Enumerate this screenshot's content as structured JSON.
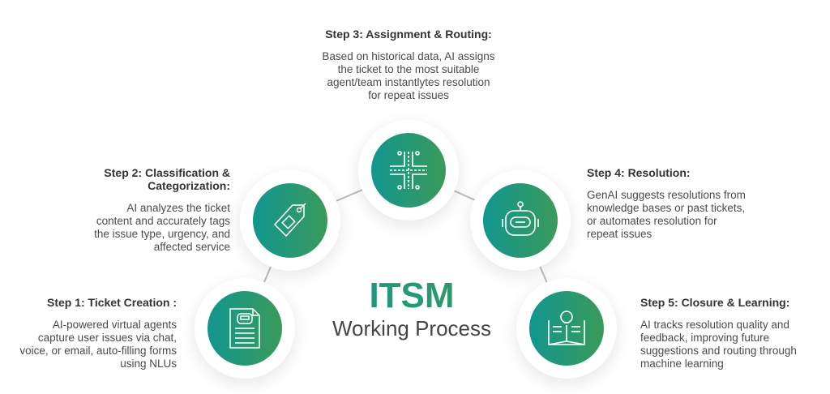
{
  "title": {
    "main": "ITSM",
    "sub": "Working Process"
  },
  "steps": [
    {
      "title": "Step 1: Ticket Creation :",
      "text": "AI-powered virtual agents capture user issues via chat, voice, or email, auto-filling forms using NLUs",
      "icon": "document-robot-icon"
    },
    {
      "title": "Step 2: Classification & Categorization:",
      "text": "AI analyzes the ticket content and accurately tags the issue type, urgency, and affected service",
      "icon": "tag-icon"
    },
    {
      "title": "Step 3: Assignment & Routing:",
      "text": "Based on historical data, AI assigns the ticket to the most suitable agent/team instantlytes resolution for repeat issues",
      "icon": "routing-icon"
    },
    {
      "title": "Step 4: Resolution:",
      "text": "GenAI suggests resolutions from knowledge bases or past tickets, or automates resolution for repeat issues",
      "icon": "robot-icon"
    },
    {
      "title": "Step 5: Closure & Learning:",
      "text": "AI tracks resolution quality and feedback, improving future suggestions and routing through machine learning",
      "icon": "book-bulb-icon"
    }
  ],
  "colors": {
    "start": "#12968f",
    "end": "#3a9a5a"
  }
}
